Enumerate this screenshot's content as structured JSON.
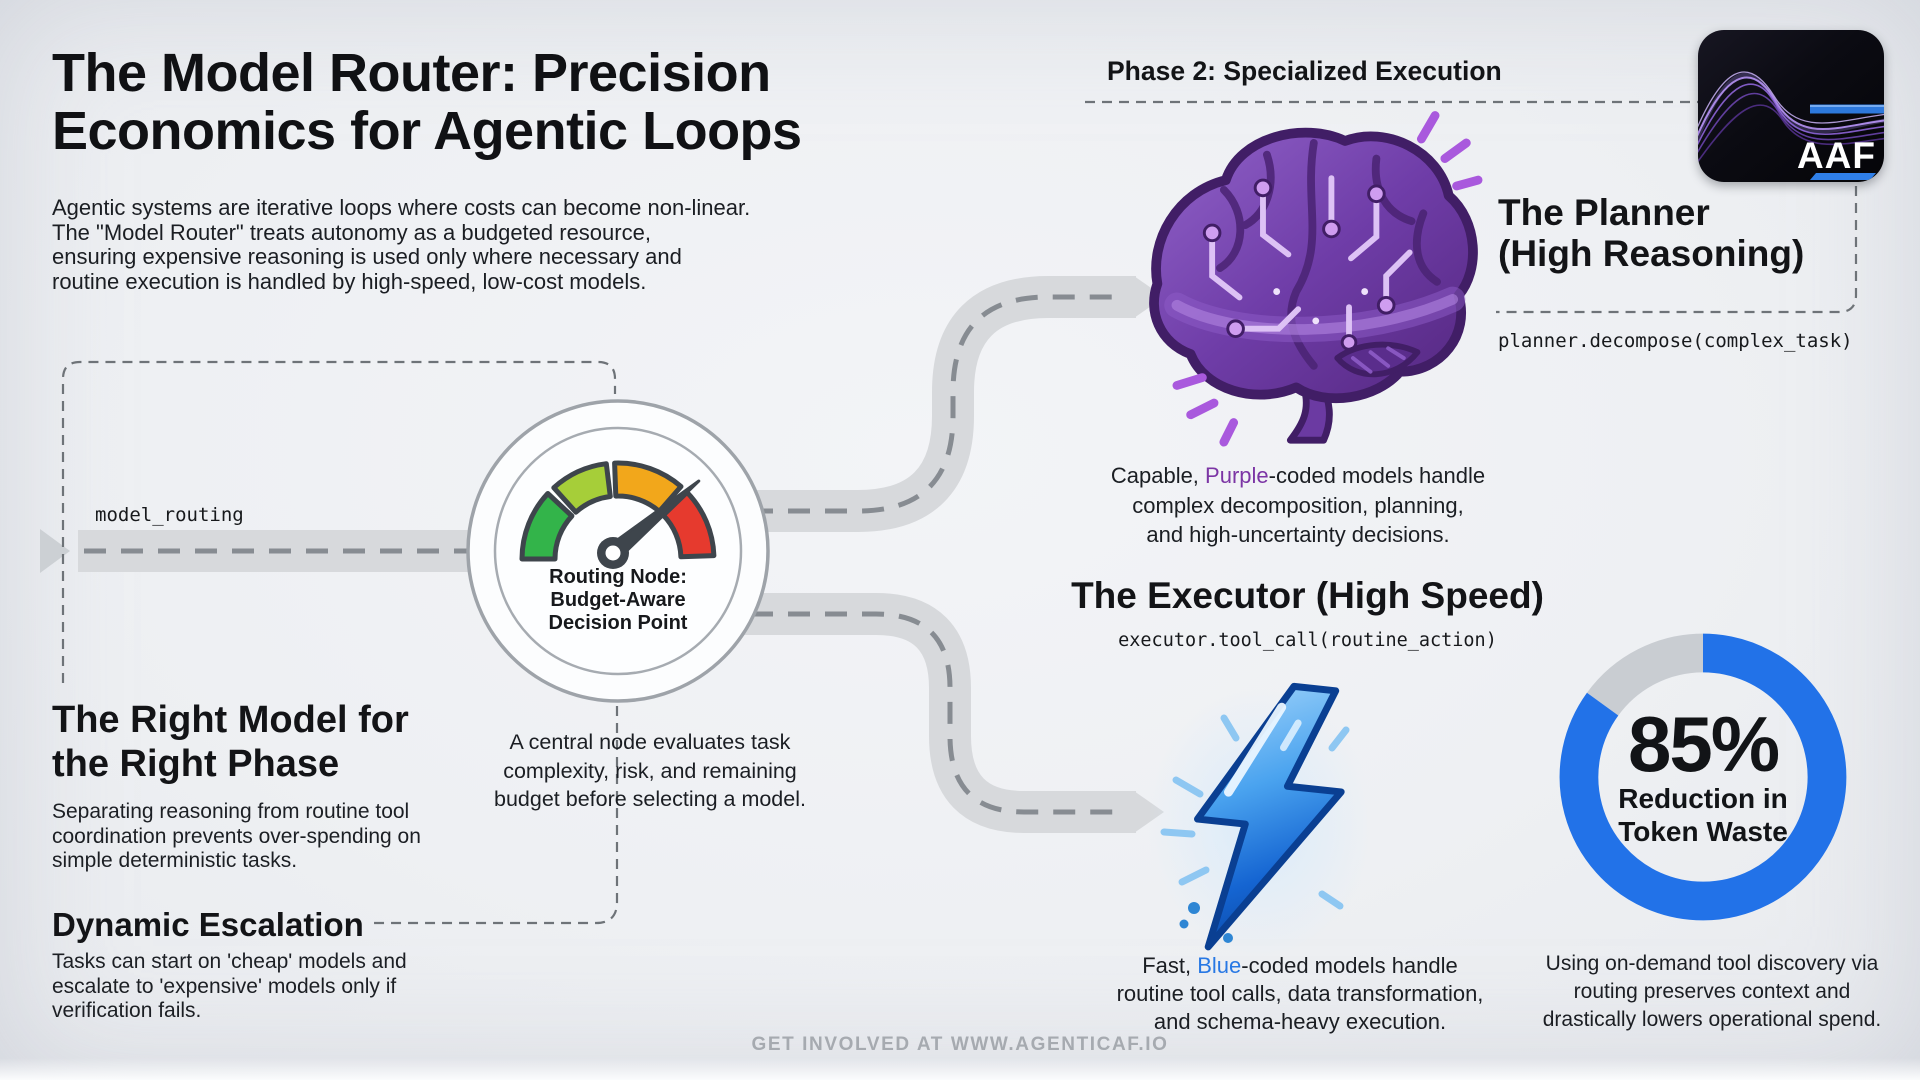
{
  "header": {
    "title_line1": "The Model Router: Precision",
    "title_line2": "Economics for Agentic Loops",
    "intro_line1": "Agentic systems are iterative loops where costs can become non-linear.",
    "intro_line2": "The \"Model Router\" treats autonomy as a budgeted resource,",
    "intro_line3": "ensuring expensive reasoning is used only where necessary and",
    "intro_line4": "routine execution is handled by high-speed, low-cost models."
  },
  "routing": {
    "code_label": "model_routing",
    "node_label_line1": "Routing Node:",
    "node_label_line2": "Budget-Aware",
    "node_label_line3": "Decision Point",
    "caption_line1": "A central node evaluates task",
    "caption_line2": "complexity, risk, and remaining",
    "caption_line3": "budget before selecting a model."
  },
  "sections": {
    "right_model": {
      "heading_line1": "The Right Model for",
      "heading_line2": "the Right Phase",
      "body_line1": "Separating reasoning from routine tool",
      "body_line2": "coordination prevents over-spending on",
      "body_line3": "simple deterministic tasks."
    },
    "dynamic_escalation": {
      "heading": "Dynamic Escalation",
      "body_line1": "Tasks can start on 'cheap' models and",
      "body_line2": "escalate to 'expensive' models only if",
      "body_line3": "verification fails."
    }
  },
  "planner": {
    "phase_label": "Phase 2: Specialized Execution",
    "heading_line1": "The Planner",
    "heading_line2": "(High Reasoning)",
    "code": "planner.decompose(complex_task)",
    "caption_pre": "Capable, ",
    "caption_accent": "Purple",
    "caption_post": "-coded models handle",
    "caption_line2": "complex decomposition, planning,",
    "caption_line3": "and high-uncertainty decisions.",
    "accent_color": "#7c35a5"
  },
  "executor": {
    "heading": "The Executor (High Speed)",
    "code": "executor.tool_call(routine_action)",
    "caption_pre": "Fast, ",
    "caption_accent": "Blue",
    "caption_post": "-coded models handle",
    "caption_line2": "routine tool calls, data transformation,",
    "caption_line3": "and schema-heavy execution.",
    "accent_color": "#2878e4"
  },
  "stat": {
    "value": "85%",
    "label_line1": "Reduction in",
    "label_line2": "Token Waste",
    "caption_line1": "Using on-demand tool discovery via",
    "caption_line2": "routing preserves context and",
    "caption_line3": "drastically lowers operational spend.",
    "ring_color": "#2272e8",
    "ring_rest_color": "#c9cdd2"
  },
  "chart_data": {
    "type": "pie",
    "subtype": "donut",
    "title": "Reduction in Token Waste",
    "labels": [
      "Reduction in Token Waste",
      "Remaining"
    ],
    "values": [
      85,
      15
    ],
    "colors": [
      "#2272e8",
      "#c9cdd2"
    ],
    "center_text": "85%",
    "legend_position": "none"
  },
  "logo": {
    "text": "AAF"
  },
  "page": {
    "footer_text": "GET INVOLVED AT WWW.AGENTICAF.IO"
  }
}
